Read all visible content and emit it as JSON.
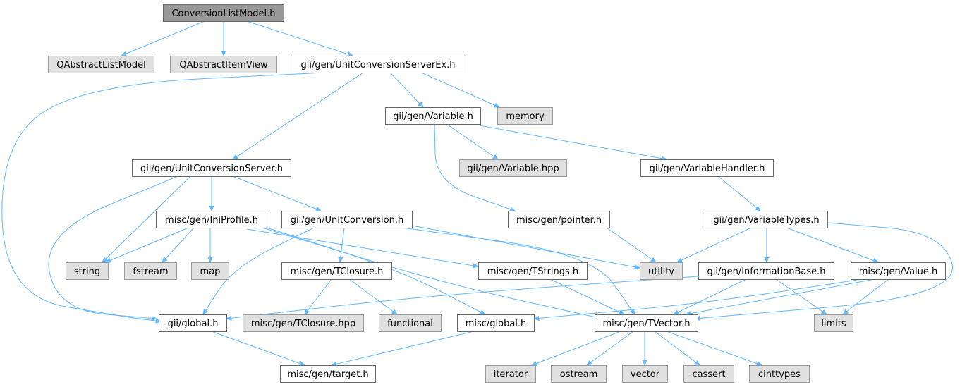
{
  "diagram": {
    "colors": {
      "root_fill": "#999999",
      "root_stroke": "#666666",
      "internal_fill": "#ffffff",
      "internal_stroke": "#666666",
      "external_fill": "#e0e0e0",
      "external_stroke": "#999999",
      "edge": "#63b8ff",
      "text": "#000000"
    },
    "nodes": [
      {
        "id": "n0",
        "label": "ConversionListModel.h",
        "kind": "root"
      },
      {
        "id": "n1",
        "label": "QAbstractListModel",
        "kind": "external"
      },
      {
        "id": "n2",
        "label": "QAbstractItemView",
        "kind": "external"
      },
      {
        "id": "n3",
        "label": "gii/gen/UnitConversionServerEx.h",
        "kind": "internal"
      },
      {
        "id": "n4",
        "label": "gii/gen/Variable.h",
        "kind": "internal"
      },
      {
        "id": "n5",
        "label": "memory",
        "kind": "external"
      },
      {
        "id": "n6",
        "label": "gii/gen/UnitConversionServer.h",
        "kind": "internal"
      },
      {
        "id": "n7",
        "label": "gii/gen/Variable.hpp",
        "kind": "external"
      },
      {
        "id": "n8",
        "label": "gii/gen/VariableHandler.h",
        "kind": "internal"
      },
      {
        "id": "n9",
        "label": "misc/gen/IniProfile.h",
        "kind": "internal"
      },
      {
        "id": "n10",
        "label": "gii/gen/UnitConversion.h",
        "kind": "internal"
      },
      {
        "id": "n11",
        "label": "misc/gen/pointer.h",
        "kind": "internal"
      },
      {
        "id": "n12",
        "label": "gii/gen/VariableTypes.h",
        "kind": "internal"
      },
      {
        "id": "n13",
        "label": "string",
        "kind": "external"
      },
      {
        "id": "n14",
        "label": "fstream",
        "kind": "external"
      },
      {
        "id": "n15",
        "label": "map",
        "kind": "external"
      },
      {
        "id": "n16",
        "label": "misc/gen/TClosure.h",
        "kind": "internal"
      },
      {
        "id": "n17",
        "label": "misc/gen/TStrings.h",
        "kind": "internal"
      },
      {
        "id": "n18",
        "label": "utility",
        "kind": "external"
      },
      {
        "id": "n19",
        "label": "gii/gen/InformationBase.h",
        "kind": "internal"
      },
      {
        "id": "n20",
        "label": "misc/gen/Value.h",
        "kind": "internal"
      },
      {
        "id": "n21",
        "label": "gii/global.h",
        "kind": "internal"
      },
      {
        "id": "n22",
        "label": "misc/gen/TClosure.hpp",
        "kind": "external"
      },
      {
        "id": "n23",
        "label": "functional",
        "kind": "external"
      },
      {
        "id": "n24",
        "label": "misc/global.h",
        "kind": "internal"
      },
      {
        "id": "n25",
        "label": "misc/gen/TVector.h",
        "kind": "internal"
      },
      {
        "id": "n26",
        "label": "limits",
        "kind": "external"
      },
      {
        "id": "n27",
        "label": "misc/gen/target.h",
        "kind": "internal"
      },
      {
        "id": "n28",
        "label": "iterator",
        "kind": "external"
      },
      {
        "id": "n29",
        "label": "ostream",
        "kind": "external"
      },
      {
        "id": "n30",
        "label": "vector",
        "kind": "external"
      },
      {
        "id": "n31",
        "label": "cassert",
        "kind": "external"
      },
      {
        "id": "n32",
        "label": "cinttypes",
        "kind": "external"
      }
    ],
    "edges": [
      {
        "from": "n0",
        "to": "n1"
      },
      {
        "from": "n0",
        "to": "n2"
      },
      {
        "from": "n0",
        "to": "n3"
      },
      {
        "from": "n3",
        "to": "n21"
      },
      {
        "from": "n3",
        "to": "n6"
      },
      {
        "from": "n3",
        "to": "n4"
      },
      {
        "from": "n3",
        "to": "n5"
      },
      {
        "from": "n4",
        "to": "n7"
      },
      {
        "from": "n4",
        "to": "n8"
      },
      {
        "from": "n4",
        "to": "n11"
      },
      {
        "from": "n6",
        "to": "n13"
      },
      {
        "from": "n6",
        "to": "n21"
      },
      {
        "from": "n6",
        "to": "n9"
      },
      {
        "from": "n6",
        "to": "n10"
      },
      {
        "from": "n8",
        "to": "n12"
      },
      {
        "from": "n9",
        "to": "n13"
      },
      {
        "from": "n9",
        "to": "n14"
      },
      {
        "from": "n9",
        "to": "n15"
      },
      {
        "from": "n9",
        "to": "n17"
      },
      {
        "from": "n9",
        "to": "n24"
      },
      {
        "from": "n9",
        "to": "n25"
      },
      {
        "from": "n10",
        "to": "n21"
      },
      {
        "from": "n10",
        "to": "n16"
      },
      {
        "from": "n10",
        "to": "n18"
      },
      {
        "from": "n10",
        "to": "n25"
      },
      {
        "from": "n11",
        "to": "n18"
      },
      {
        "from": "n12",
        "to": "n18"
      },
      {
        "from": "n12",
        "to": "n19"
      },
      {
        "from": "n12",
        "to": "n20"
      },
      {
        "from": "n12",
        "to": "n25"
      },
      {
        "from": "n16",
        "to": "n22"
      },
      {
        "from": "n16",
        "to": "n23"
      },
      {
        "from": "n17",
        "to": "n25"
      },
      {
        "from": "n19",
        "to": "n21"
      },
      {
        "from": "n19",
        "to": "n25"
      },
      {
        "from": "n19",
        "to": "n26"
      },
      {
        "from": "n20",
        "to": "n24"
      },
      {
        "from": "n20",
        "to": "n25"
      },
      {
        "from": "n20",
        "to": "n26"
      },
      {
        "from": "n21",
        "to": "n27"
      },
      {
        "from": "n24",
        "to": "n27"
      },
      {
        "from": "n25",
        "to": "n28"
      },
      {
        "from": "n25",
        "to": "n29"
      },
      {
        "from": "n25",
        "to": "n30"
      },
      {
        "from": "n25",
        "to": "n31"
      },
      {
        "from": "n25",
        "to": "n32"
      }
    ]
  }
}
